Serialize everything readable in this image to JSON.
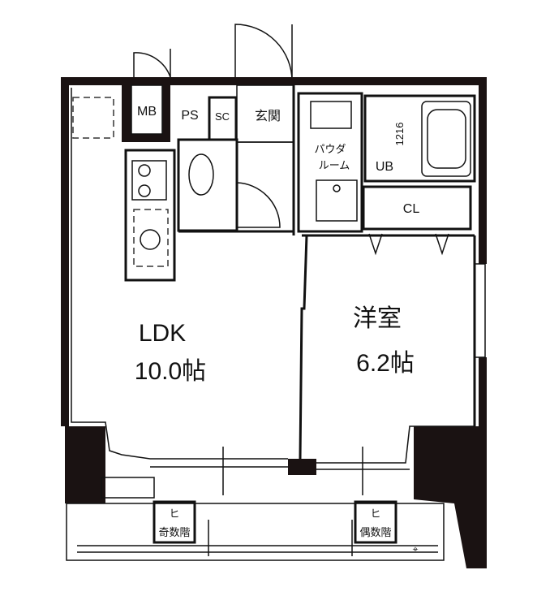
{
  "floorplan": {
    "rooms": {
      "ldk": {
        "name": "LDK",
        "size": "10.0帖"
      },
      "western_room": {
        "name": "洋室",
        "size": "6.2帖"
      },
      "entrance": "玄関",
      "powder_room": {
        "line1": "パウダ",
        "line2": "ルーム"
      },
      "unit_bath": {
        "name": "UB",
        "size": "1216"
      },
      "closet": "CL",
      "meter_box": "MB",
      "pipe_space": "PS",
      "shoe_closet": "SC"
    },
    "balcony": {
      "hatch_odd": {
        "line1": "ヒ",
        "line2": "奇数階"
      },
      "hatch_even": {
        "line1": "ヒ",
        "line2": "偶数階"
      }
    }
  }
}
